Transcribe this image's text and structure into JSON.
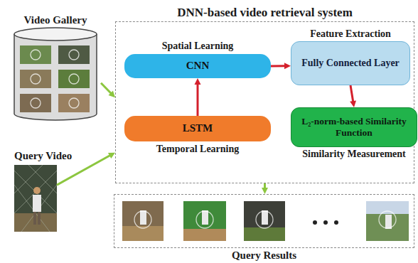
{
  "diagram": {
    "nodes": [
      {
        "text": [
          "Video Gallery"
        ]
      },
      {
        "text": [
          "Query Video"
        ]
      },
      {
        "text": [
          "DNN-based video retrieval system"
        ]
      },
      {
        "text": [
          "Spatial Learning",
          "CNN"
        ],
        "in": 2
      },
      {
        "text": [
          "Feature Extraction",
          "Fully Connected Layer"
        ],
        "in": 2
      },
      {
        "text": [
          "LSTM",
          "Temporal Learning"
        ],
        "in": 2
      },
      {
        "text": [
          "L₂-norm-based Similarity Function",
          "Similarity Measurement"
        ],
        "in": 2
      },
      {
        "text": [
          "Query Results"
        ]
      }
    ],
    "edges": [
      {
        "from": 5,
        "to": 3,
        "arrow": "to"
      },
      {
        "from": 3,
        "to": 4,
        "arrow": "to"
      },
      {
        "from": 4,
        "to": 6,
        "arrow": "to"
      },
      {
        "from": 0,
        "to": 2,
        "arrow": "to"
      },
      {
        "from": 1,
        "to": 2,
        "arrow": "to"
      },
      {
        "from": 2,
        "to": 7,
        "arrow": "to"
      }
    ]
  }
}
